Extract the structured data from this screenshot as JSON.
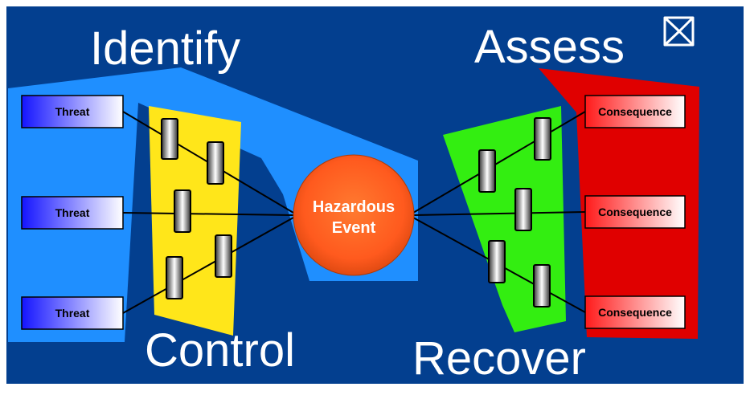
{
  "diagram": {
    "labels": {
      "identify": "Identify",
      "assess": "Assess",
      "control": "Control",
      "recover": "Recover"
    },
    "hazard": {
      "line1": "Hazardous",
      "line2": "Event"
    },
    "threats": [
      "Threat",
      "Threat",
      "Threat"
    ],
    "consequences": [
      "Consequence",
      "Consequence",
      "Consequence"
    ],
    "logo_icon": "bowtie-icon"
  },
  "colors": {
    "background": "#033f8f",
    "identify_zone": "#1f8fff",
    "control_zone": "#ffe61a",
    "recover_zone": "#33ee11",
    "assess_zone": "#e00000",
    "threat_box": "#2f3fff",
    "consequence_box": "#ff3333",
    "hazard_event": "#ff5a1e"
  }
}
